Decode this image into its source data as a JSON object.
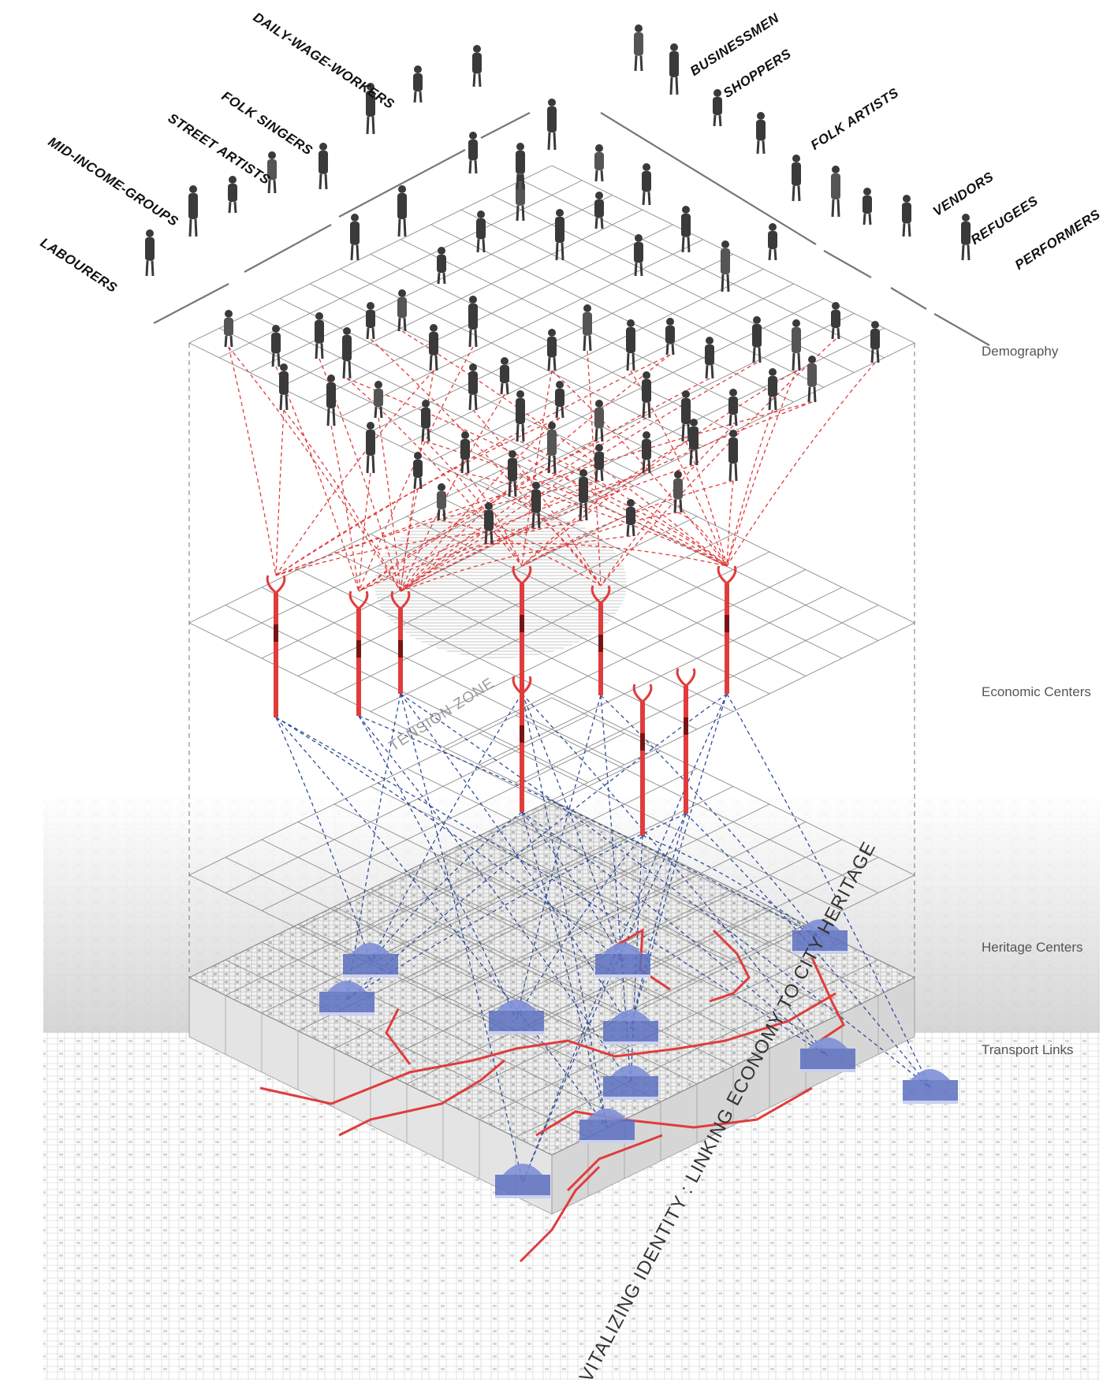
{
  "title": "VITALIZING IDENTITY : LINKING ECONOMY TO CITY HERITAGE",
  "zone_label": "TENSION ZONE",
  "layers": [
    {
      "id": "demography",
      "label": "Demography"
    },
    {
      "id": "economic",
      "label": "Economic Centers"
    },
    {
      "id": "heritage",
      "label": "Heritage Centers"
    },
    {
      "id": "transport",
      "label": "Transport Links"
    }
  ],
  "groups": [
    "LABOURERS",
    "MID-INCOME-GROUPS",
    "STREET ARTISTS",
    "FOLK SINGERS",
    "DAILY-WAGE-WORKERS",
    "BUSINESSMEN",
    "SHOPPERS",
    "FOLK ARTISTS",
    "VENDORS",
    "REFUGEES",
    "PERFORMERS"
  ],
  "colors": {
    "economic_link": "#e03c3c",
    "heritage_link": "#2f4d9a",
    "grid": "#8a8a8a",
    "people": "#3a3a3a",
    "map": "#bdbdbd"
  },
  "icons": [
    "person-figure-icon",
    "economic-tower-icon",
    "monument-icon"
  ]
}
